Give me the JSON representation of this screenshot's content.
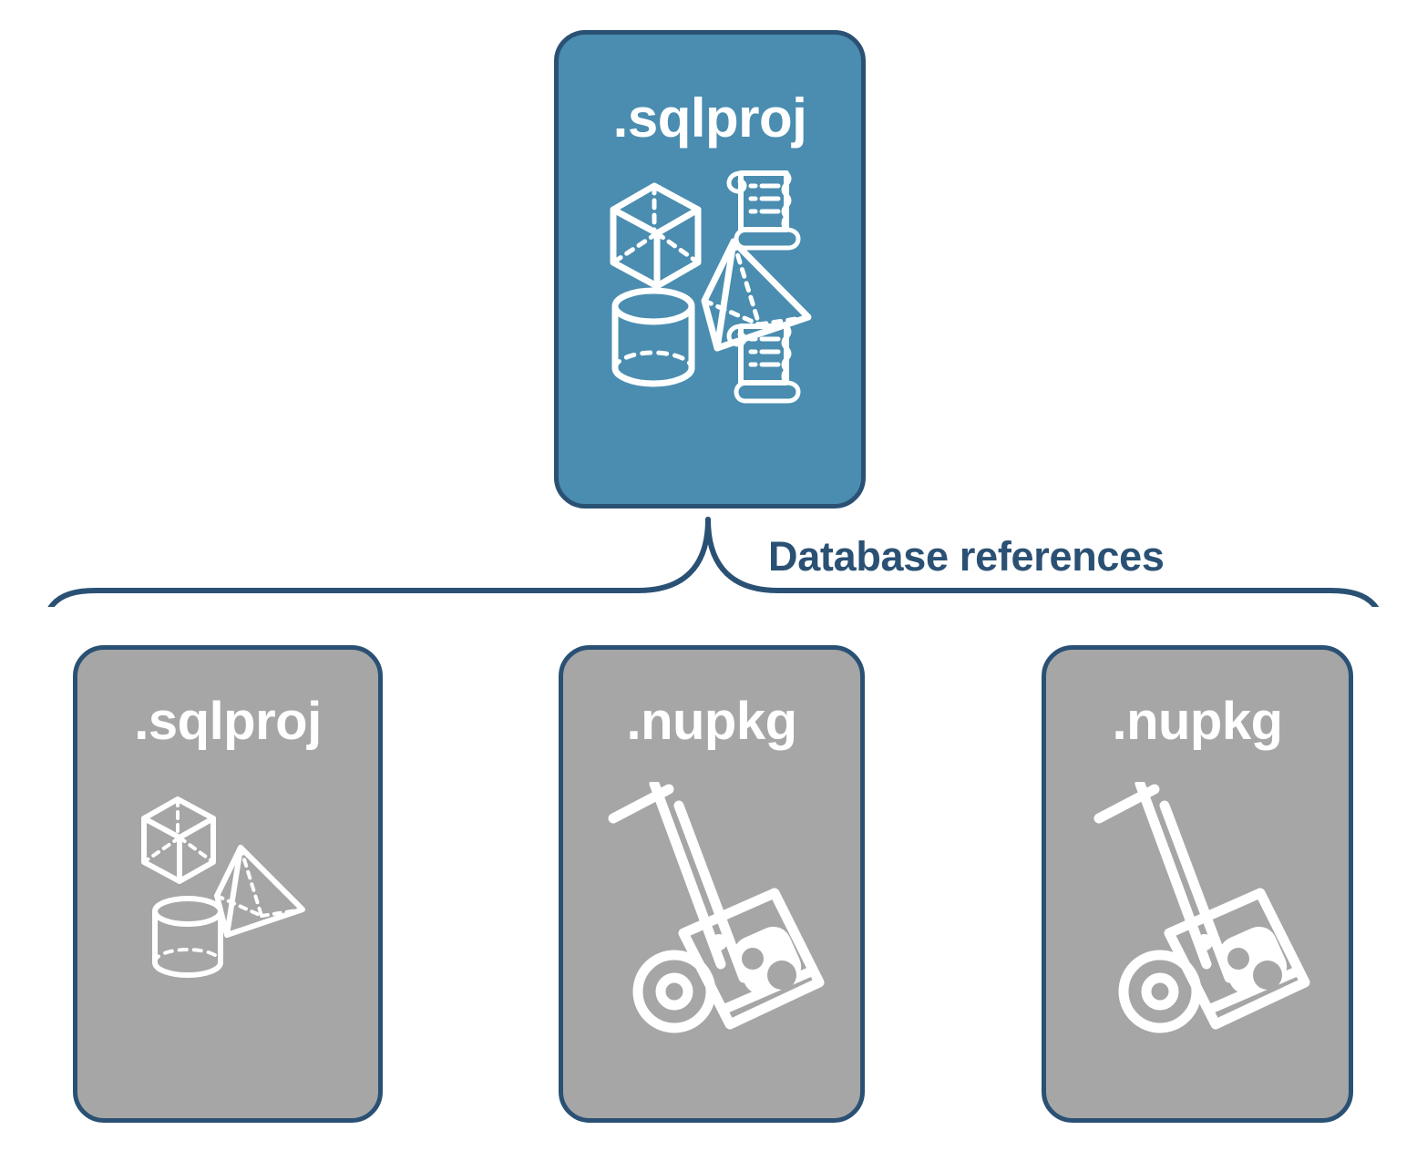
{
  "diagram": {
    "title_label": "Database references",
    "colors": {
      "accent_blue_fill": "#4a8db0",
      "border_navy": "#2a5174",
      "gray_fill": "#a6a6a6",
      "icon_white": "#ffffff",
      "background": "#ffffff"
    },
    "root": {
      "label": ".sqlproj",
      "fill": "#4a8db0",
      "icons": [
        "cube-icon",
        "scroll-icon",
        "pyramid-icon",
        "cylinder-icon",
        "scroll-icon"
      ]
    },
    "children": [
      {
        "label": ".sqlproj",
        "fill": "#a6a6a6",
        "icons": [
          "cube-icon",
          "pyramid-icon",
          "cylinder-icon"
        ]
      },
      {
        "label": ".nupkg",
        "fill": "#a6a6a6",
        "icons": [
          "hand-truck-package-icon"
        ]
      },
      {
        "label": ".nupkg",
        "fill": "#a6a6a6",
        "icons": [
          "hand-truck-package-icon"
        ]
      }
    ]
  }
}
